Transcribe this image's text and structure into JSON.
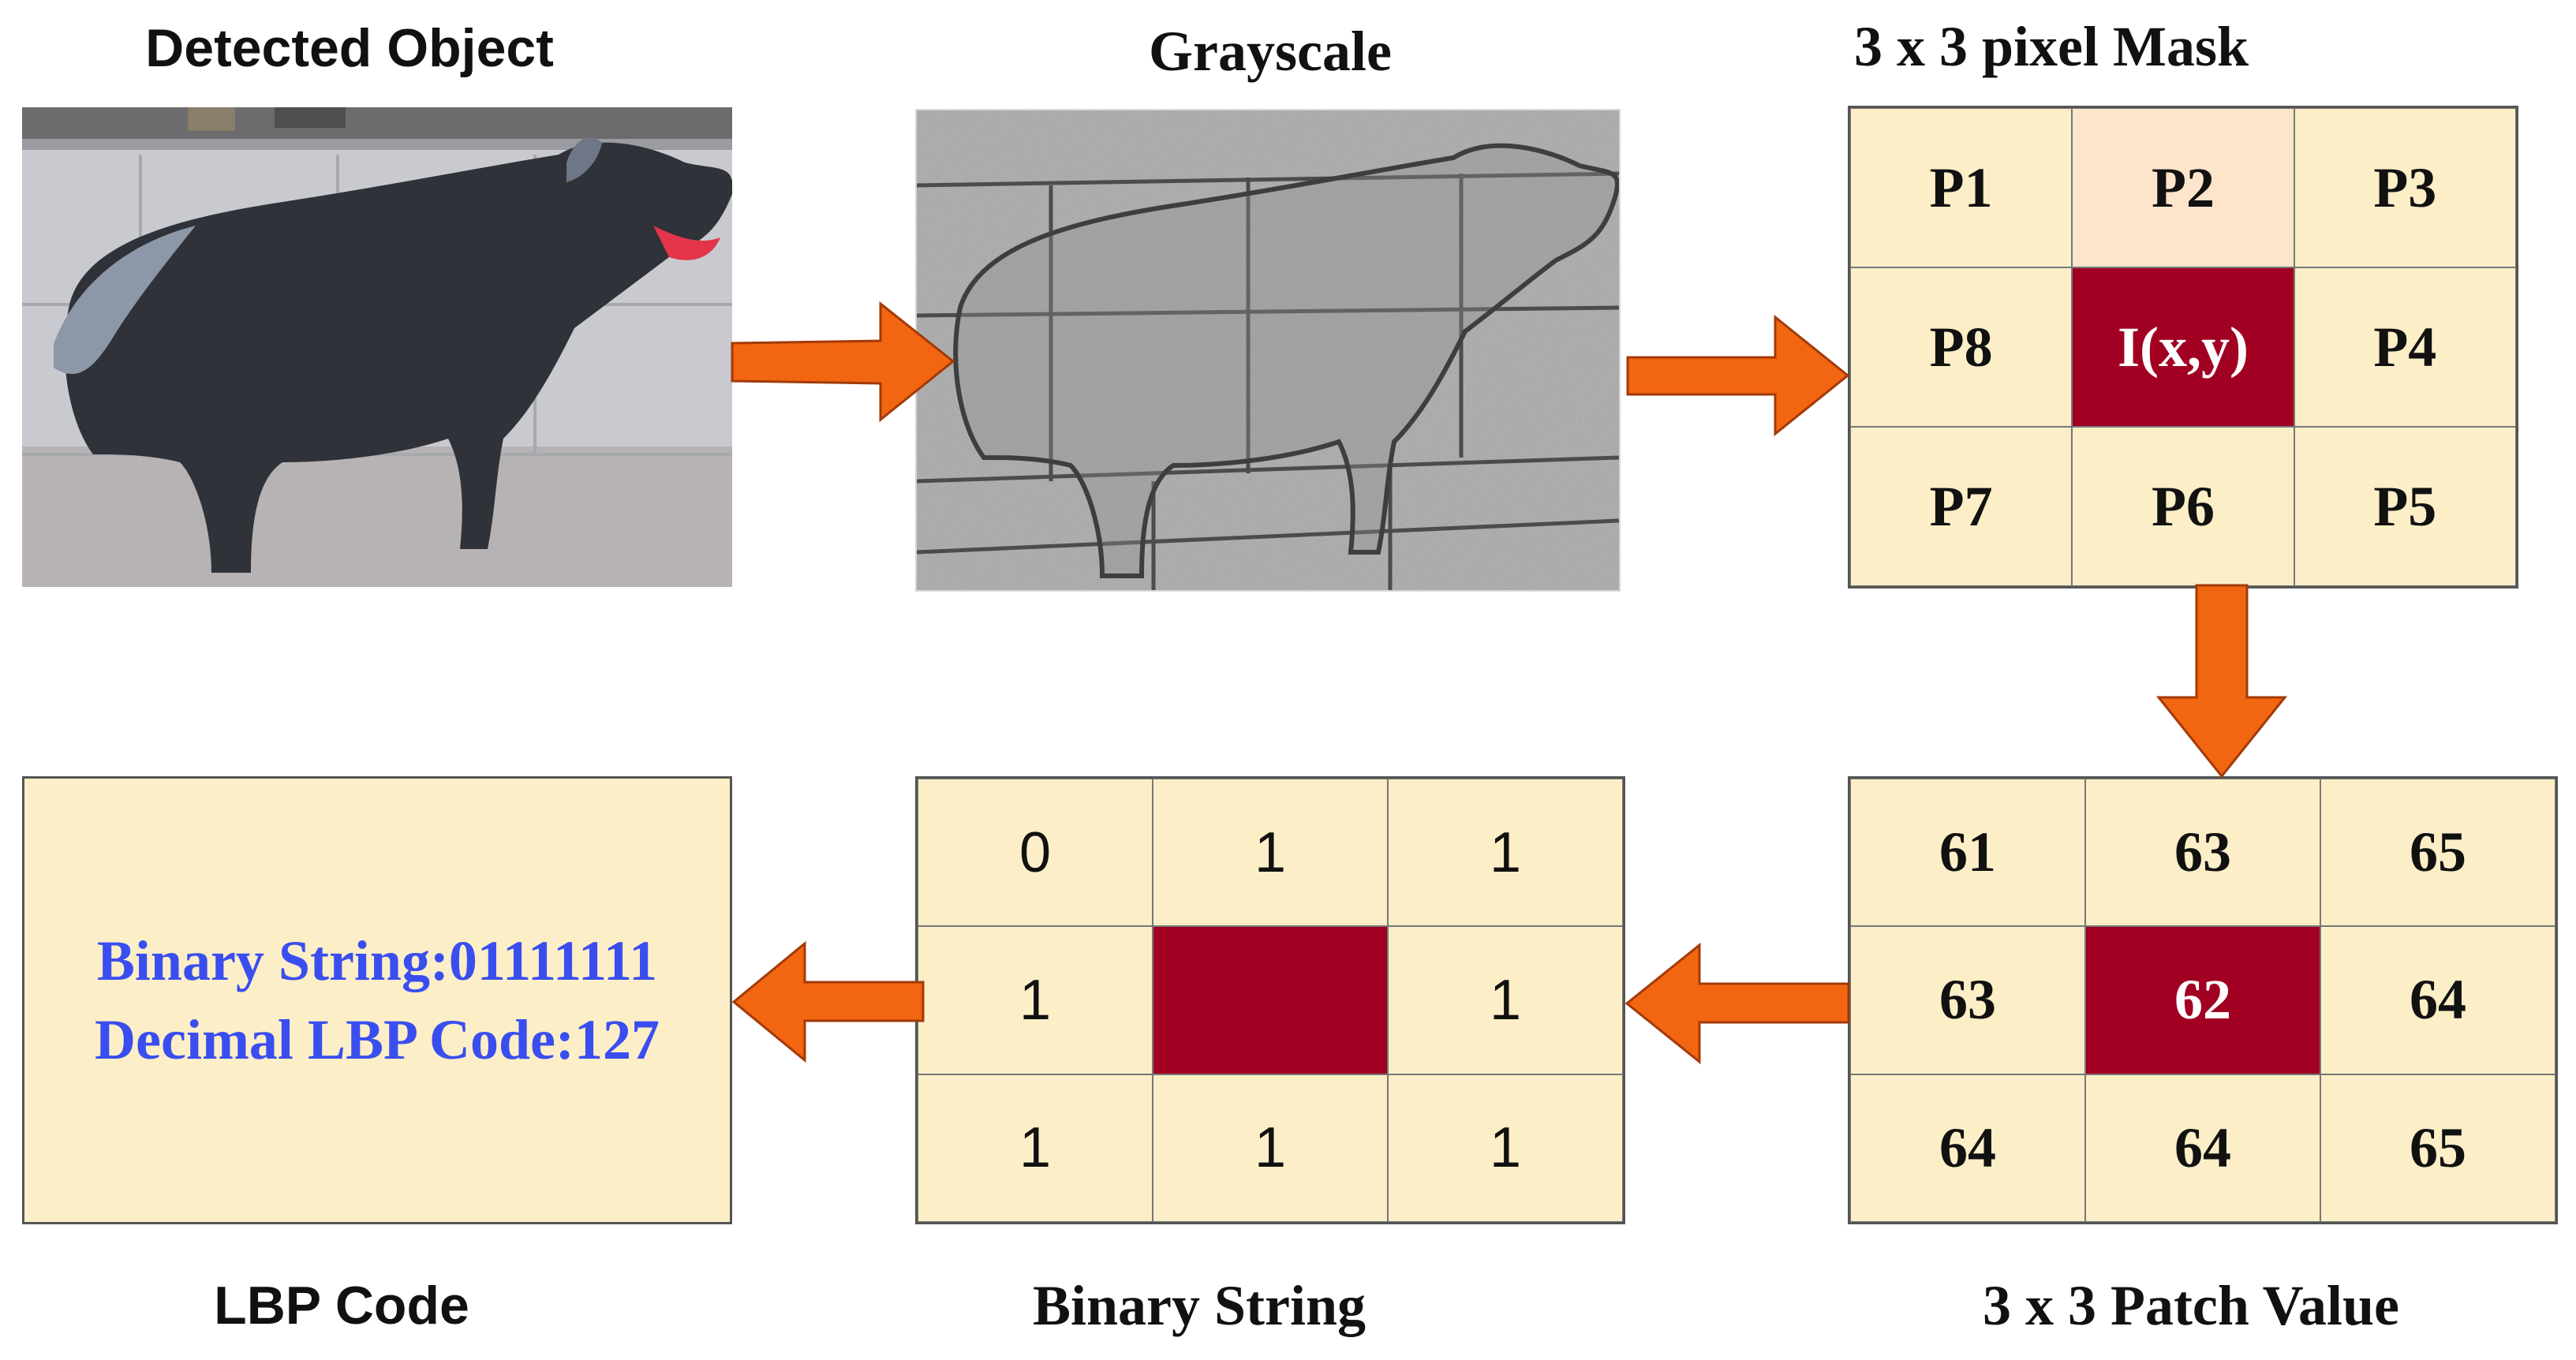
{
  "titles": {
    "detected_object": "Detected Object",
    "grayscale": "Grayscale",
    "pixel_mask": "3 x 3 pixel Mask",
    "lbp_code": "LBP Code",
    "binary_string": "Binary String",
    "patch_value": "3 x 3 Patch Value"
  },
  "mask": {
    "cells": [
      "P1",
      "P2",
      "P3",
      "P8",
      "I(x,y)",
      "P4",
      "P7",
      "P6",
      "P5"
    ]
  },
  "patch": {
    "cells": [
      "61",
      "63",
      "65",
      "63",
      "62",
      "64",
      "64",
      "64",
      "65"
    ]
  },
  "binary": {
    "cells": [
      "0",
      "1",
      "1",
      "1",
      "",
      "1",
      "1",
      "1",
      "1"
    ]
  },
  "lbp": {
    "binary_line": "Binary String:01111111",
    "decimal_line": "Decimal LBP Code:127"
  },
  "colors": {
    "arrow": "#f26511",
    "grid_fill": "#fcefc7",
    "center_fill": "#a10022",
    "p2_highlight": "#fde5cc",
    "lbp_text": "#3a4ef0"
  }
}
